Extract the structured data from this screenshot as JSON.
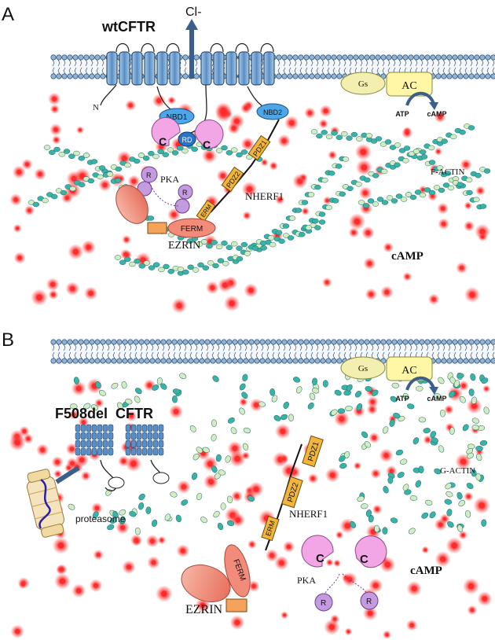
{
  "panel_a": {
    "letter": "A",
    "protein_title": "wtCFTR",
    "ion": "Cl-",
    "n_terminus": "N",
    "nbd1": "NBD1",
    "nbd2": "NBD2",
    "rd": "RD",
    "c_label": "C",
    "r_label": "R",
    "pka": "PKA",
    "pdz1": "PDZ1",
    "pdz2": "PDZ2",
    "erm": "ERM",
    "nherf1": "NHERF1",
    "ferm": "FERM",
    "ezrin": "EZRIN",
    "f_actin": "F-ACTIN",
    "camp": "cAMP",
    "gs": "Gs",
    "ac": "AC",
    "atp": "ATP",
    "camp_small": "cAMP"
  },
  "panel_b": {
    "letter": "B",
    "protein_title": "F508del  CFTR",
    "proteasome": "proteasome",
    "pdz1": "PDZ1",
    "pdz2": "PDZ2",
    "erm": "ERM",
    "nherf1": "NHERF1",
    "g_actin": "G-ACTIN",
    "ferm": "FERM",
    "ezrin": "EZRIN",
    "pka": "PKA",
    "c_label": "C",
    "r_label": "R",
    "camp": "cAMP",
    "gs": "Gs",
    "ac": "AC",
    "atp": "ATP",
    "camp_small": "cAMP"
  },
  "colors": {
    "membrane_head": "#8fb4d6",
    "membrane_tail": "#1e3a5f",
    "cftr_helix": "#5b8ec4",
    "nbd": "#4da6e8",
    "rd": "#2a73c9",
    "pka_catalytic": "#f3a6e6",
    "pka_regulatory": "#c59be0",
    "pdz": "#f2b53c",
    "ezrin": "#f28b7a",
    "ezrin_box": "#f5a35b",
    "actin_dark": "#39b3a8",
    "actin_light": "#d4ecc2",
    "gs": "#f3efb0",
    "ac": "#fff6a6",
    "camp_dot": "#ff2b2b",
    "arrow": "#3a5f8a"
  }
}
